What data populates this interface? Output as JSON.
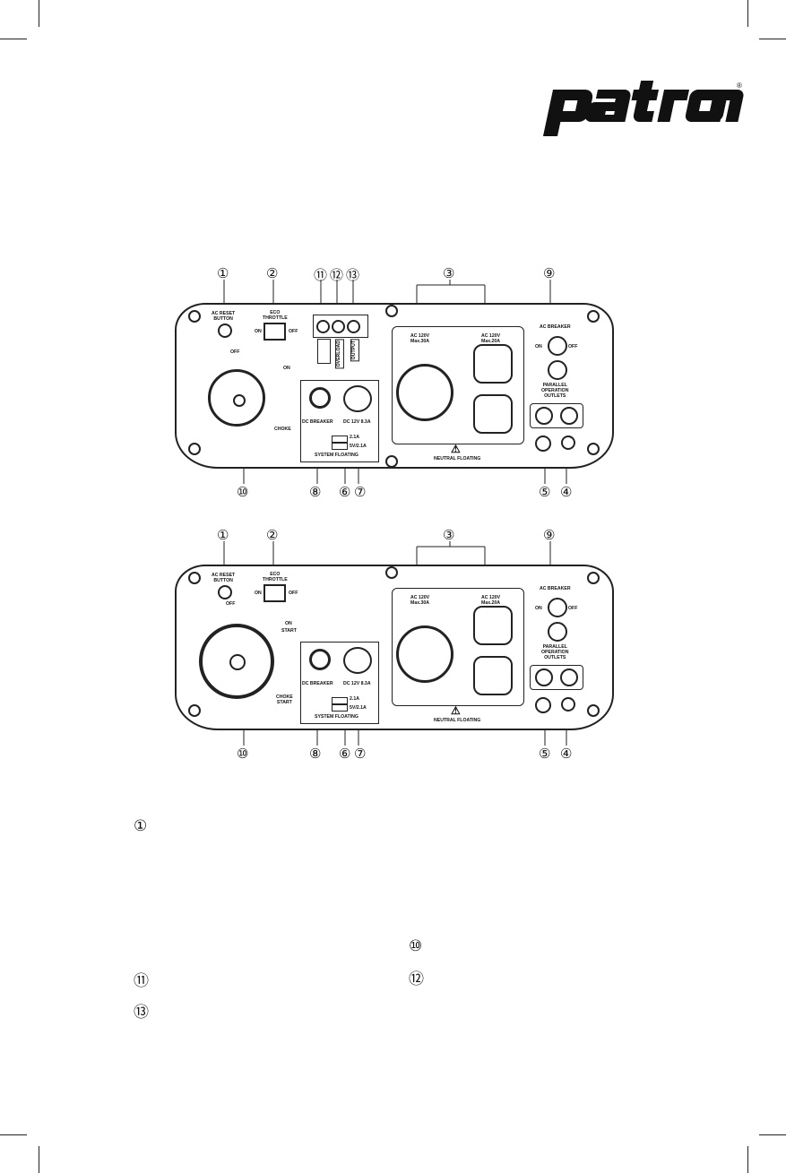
{
  "brand": {
    "logo_text": "patron",
    "registered": "®"
  },
  "panel_top": {
    "labels": {
      "ac_reset": "AC RESET\nBUTTON",
      "eco_throttle": "ECO\nTHROTTLE",
      "on": "ON",
      "off": "OFF",
      "dial_off": "OFF",
      "dial_on": "ON",
      "choke": "CHOKE",
      "overload": "OVERLOAD",
      "output": "OUTPUT",
      "dc_breaker": "DC BREAKER",
      "dc_12v": "DC 12V 8.3A",
      "usb_1": "2.1A",
      "usb_2": "5V/2.1A",
      "system_floating": "SYSTEM FLOATING",
      "ac_120_left": "AC 120V\nMax.30A",
      "ac_120_right": "AC 120V\nMax.20A",
      "neutral_floating": "NEUTRAL FLOATING",
      "ac_breaker": "AC BREAKER",
      "parallel": "PARALLEL\nOPERATION\nOUTLETS",
      "breaker_on": "ON",
      "breaker_off": "OFF"
    },
    "callouts_top": [
      "①",
      "②",
      "⑪",
      "⑫",
      "⑬",
      "③",
      "⑨"
    ],
    "callouts_bottom": [
      "⑩",
      "⑧",
      "⑥",
      "⑦",
      "⑤",
      "④"
    ]
  },
  "panel_bottom": {
    "labels": {
      "ac_reset": "AC RESET\nBUTTON",
      "eco_throttle": "ECO\nTHROTTLE",
      "on": "ON",
      "off": "OFF",
      "dial_off": "OFF",
      "dial_on": "ON",
      "dial_start": "START",
      "choke": "CHOKE\nSTART",
      "dc_breaker": "DC BREAKER",
      "dc_12v": "DC 12V 8.3A",
      "usb_1": "2.1A",
      "usb_2": "5V/2.1A",
      "system_floating": "SYSTEM FLOATING",
      "ac_120_left": "AC 120V\nMax.30A",
      "ac_120_right": "AC 120V\nMax.20A",
      "neutral_floating": "NEUTRAL FLOATING",
      "ac_breaker": "AC BREAKER",
      "parallel": "PARALLEL\nOPERATION\nOUTLETS",
      "breaker_on": "ON",
      "breaker_off": "OFF"
    },
    "callouts_top": [
      "①",
      "②",
      "③",
      "⑨"
    ],
    "callouts_bottom": [
      "⑩",
      "⑧",
      "⑥",
      "⑦",
      "⑤",
      "④"
    ]
  },
  "legend": {
    "item_1": "①",
    "item_10": "⑩",
    "item_11": "⑪",
    "item_12": "⑫",
    "item_13": "⑬"
  },
  "colors": {
    "ink": "#111111",
    "background": "#ffffff"
  }
}
